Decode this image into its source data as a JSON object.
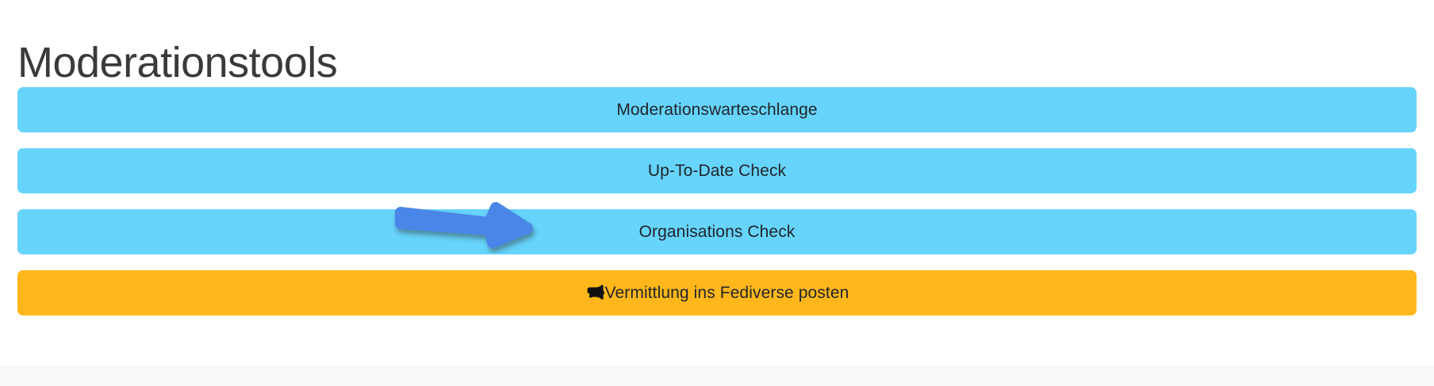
{
  "page": {
    "title": "Moderationstools",
    "background_color": "#ffffff",
    "title_color": "#3a3a3a"
  },
  "colors": {
    "info_button": "#66d4fc",
    "warning_button": "#ffb71b",
    "button_text": "#212529",
    "annotation_arrow": "#4285f4",
    "footer": "#f8f9fa"
  },
  "buttons": [
    {
      "label": "Moderationswarteschlange",
      "style": "info",
      "icon": null,
      "name": "moderation-queue-button"
    },
    {
      "label": "Up-To-Date Check",
      "style": "info",
      "icon": null,
      "name": "up-to-date-check-button"
    },
    {
      "label": "Organisations Check",
      "style": "info",
      "icon": null,
      "name": "organisations-check-button"
    },
    {
      "label": "Vermittlung ins Fediverse posten",
      "style": "warning",
      "icon": "bullhorn-icon",
      "name": "post-to-fediverse-button"
    }
  ],
  "annotation": {
    "type": "arrow",
    "direction": "right",
    "color": "#4285f4",
    "points_at": "Organisations Check"
  },
  "footer": {
    "visible": true
  }
}
